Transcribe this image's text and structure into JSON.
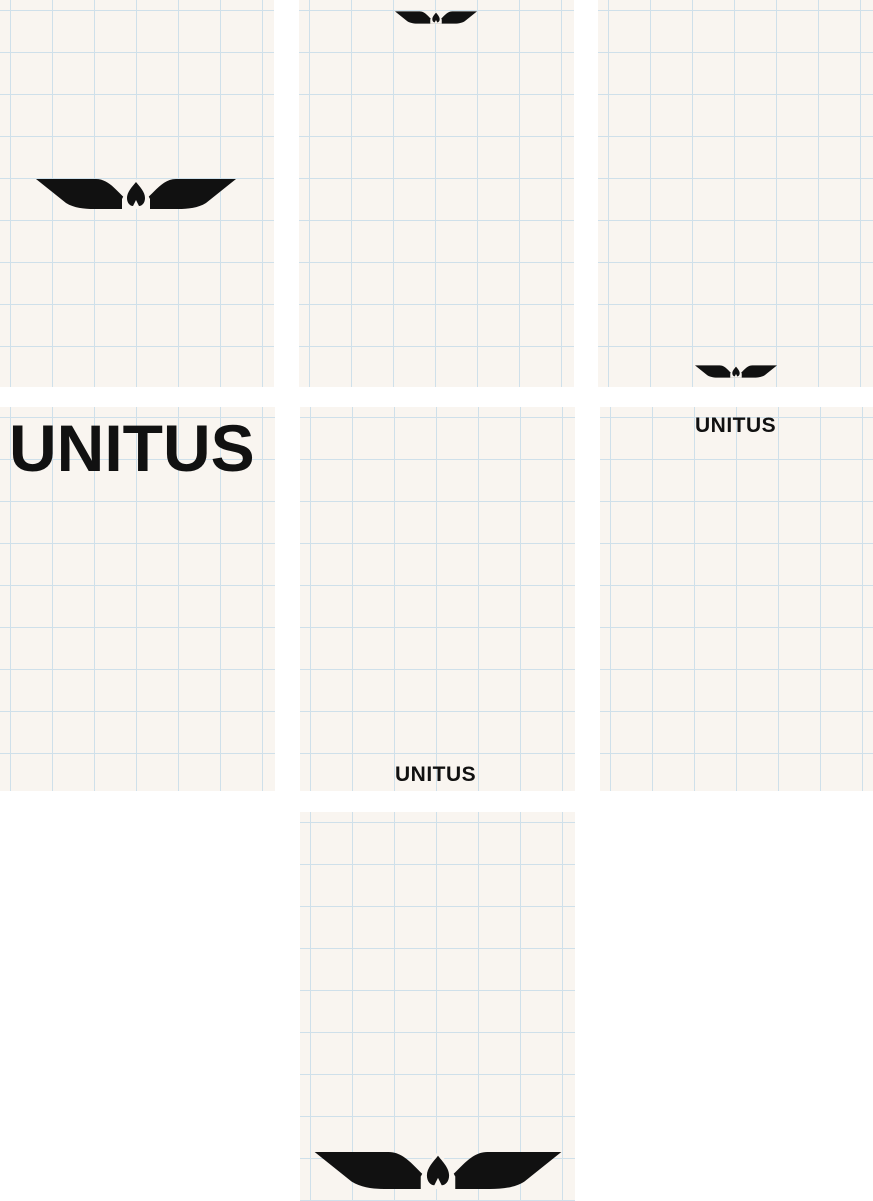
{
  "brand": {
    "wordmark": "UNITUS",
    "ink_color": "#111111",
    "paper_color": "#f9f5f0",
    "grid_color": "#cfe0ea"
  },
  "panels": [
    {
      "content": "logo-mark"
    },
    {
      "content": "logo-mark"
    },
    {
      "content": "logo-mark"
    },
    {
      "content": "wordmark"
    },
    {
      "content": "wordmark"
    },
    {
      "content": "wordmark"
    },
    {
      "content": "logo-mark"
    }
  ]
}
